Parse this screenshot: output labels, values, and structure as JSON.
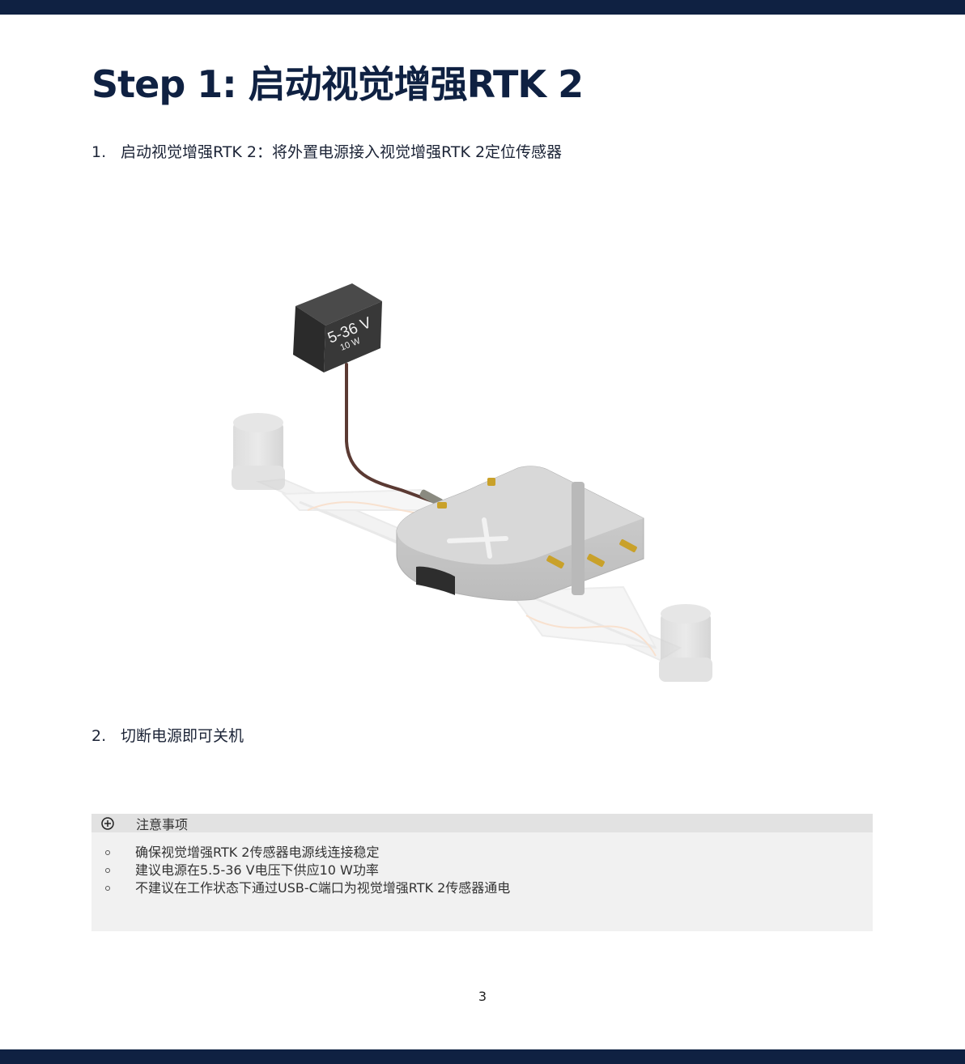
{
  "title": "Step 1: 启动视觉增强RTK 2",
  "steps": [
    {
      "number": "1.",
      "text": "启动视觉增强RTK 2：将外置电源接入视觉增强RTK 2定位传感器"
    },
    {
      "number": "2.",
      "text": "切断电源即可关机"
    }
  ],
  "illustration": {
    "power_label_voltage": "5-36 V",
    "power_label_power": "10 W",
    "icons": [
      "power-supply-icon",
      "rtk-sensor-icon",
      "antenna-icon"
    ]
  },
  "notice": {
    "header": "注意事项",
    "icon": "plus-circle-icon",
    "items": [
      "确保视觉增强RTK 2传感器电源线连接稳定",
      "建议电源在5.5-36 V电压下供应10 W功率",
      "不建议在工作状态下通过USB-C端口为视觉增强RTK 2传感器通电"
    ]
  },
  "page_number": "3",
  "colors": {
    "brand_navy": "#0f2142",
    "notice_bg": "#f1f1f1",
    "notice_header_bg": "#e2e2e2"
  }
}
